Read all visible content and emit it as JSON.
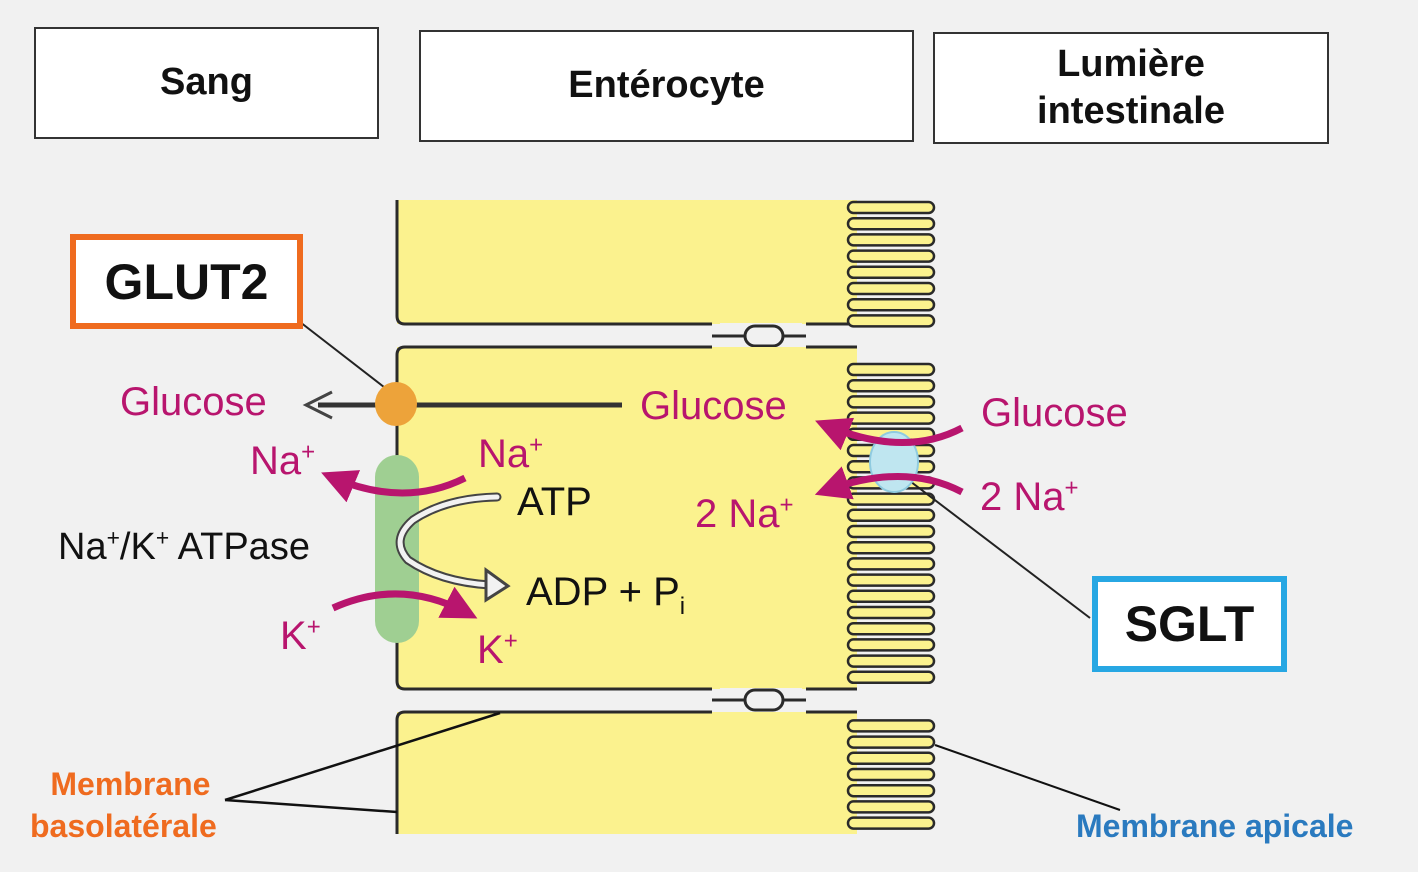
{
  "headers": {
    "sang": "Sang",
    "enterocyte": "Entérocyte",
    "lumiere_line1": "Lumière",
    "lumiere_line2": "intestinale"
  },
  "transporters": {
    "glut2": "GLUT2",
    "sglt": "SGLT",
    "atpase": "Na+/K+ ATPase"
  },
  "labels": {
    "glucose": "Glucose",
    "na": "Na",
    "k": "K",
    "plus": "+",
    "two_na": "2 Na",
    "atp": "ATP",
    "adp": "ADP + P",
    "pi_sub": "i",
    "atpase_na": "Na",
    "atpase_slash_k": "/K",
    "atpase_word": " ATPase"
  },
  "membranes": {
    "baso_line1": "Membrane",
    "baso_line2": "basolatérale",
    "apical": "Membrane apicale"
  },
  "colors": {
    "cell": "#fbf28e",
    "cell_border": "#2a2a2a",
    "transport_arrow": "#b8156e",
    "glut2_border": "#ef6b1f",
    "glut2_protein": "#eda33a",
    "sglt_border": "#27a7e3",
    "sglt_protein": "#bfe6f0",
    "atpase_protein": "#9fcf92",
    "baso_label": "#ef6b1f",
    "apical_label": "#2a7abf"
  }
}
